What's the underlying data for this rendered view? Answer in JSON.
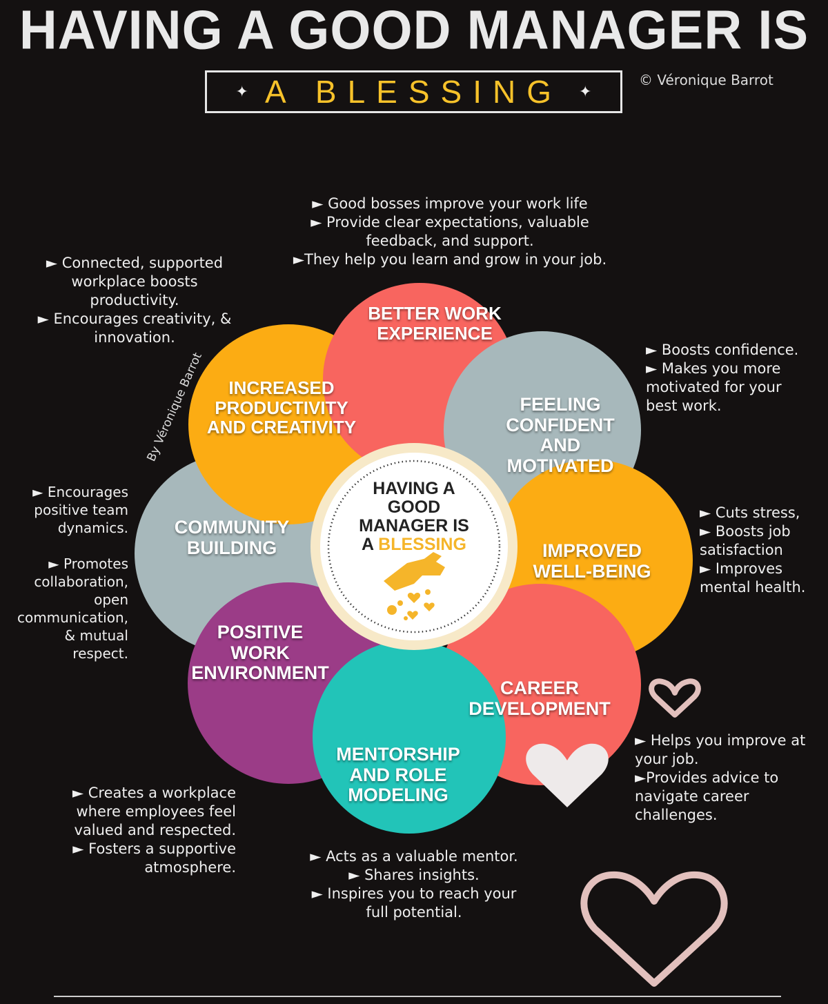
{
  "title": "HAVING A GOOD MANAGER IS",
  "subtitle": "A BLESSING",
  "copyright": "© Véronique Barrot",
  "vertical_credit": "By Véronique Barrot",
  "center": {
    "line1": "HAVING A",
    "line2": "GOOD",
    "line3": "MANAGER IS",
    "line4_prefix": "A",
    "line4_highlight": "BLESSING",
    "icon": "hand-sprinkling-hearts-icon"
  },
  "colors": {
    "background": "#141111",
    "coral": "#f8655f",
    "gray_blue": "#a7b8bb",
    "orange": "#fcac13",
    "purple": "#9b3c87",
    "teal": "#22c4b8",
    "gold": "#f5b52a",
    "heart_pink": "#e2c0bd"
  },
  "petals": [
    {
      "label": "BETTER WORK EXPERIENCE",
      "color": "#f8655f"
    },
    {
      "label": "FEELING CONFIDENT AND MOTIVATED",
      "color": "#a7b8bb"
    },
    {
      "label": "IMPROVED WELL-BEING",
      "color": "#fcac13"
    },
    {
      "label": "CAREER DEVELOPMENT",
      "color": "#f8655f"
    },
    {
      "label": "MENTORSHIP AND ROLE MODELING",
      "color": "#22c4b8"
    },
    {
      "label": "POSITIVE WORK ENVIRONMENT",
      "color": "#9b3c87"
    },
    {
      "label": "COMMUNITY BUILDING",
      "color": "#a7b8bb"
    },
    {
      "label": "INCREASED PRODUCTIVITY AND CREATIVITY",
      "color": "#fcac13"
    }
  ],
  "notes": {
    "top": "► Good bosses improve your work life\n► Provide clear expectations, valuable\nfeedback, and support.\n►They help you learn and grow in your job.",
    "top_left": "► Connected, supported\nworkplace boosts\nproductivity.\n► Encourages creativity, &\ninnovation.",
    "right_top": "► Boosts confidence.\n► Makes you more\nmotivated for your\nbest work.",
    "right_mid": "► Cuts stress,\n► Boosts job\nsatisfaction\n► Improves\nmental health.",
    "left_mid_a": "► Encourages\npositive team\ndynamics.",
    "left_mid_b": "► Promotes\ncollaboration,\nopen\ncommunication,\n& mutual\nrespect.",
    "right_bottom": "► Helps you improve at\nyour job.\n►Provides advice to\nnavigate career\nchallenges.",
    "bottom_left": "► Creates a workplace\nwhere employees feel\nvalued and respected.\n► Fosters a supportive\natmosphere.",
    "bottom": "► Acts as a valuable mentor.\n► Shares insights.\n► Inspires you to reach your\nfull potential."
  }
}
